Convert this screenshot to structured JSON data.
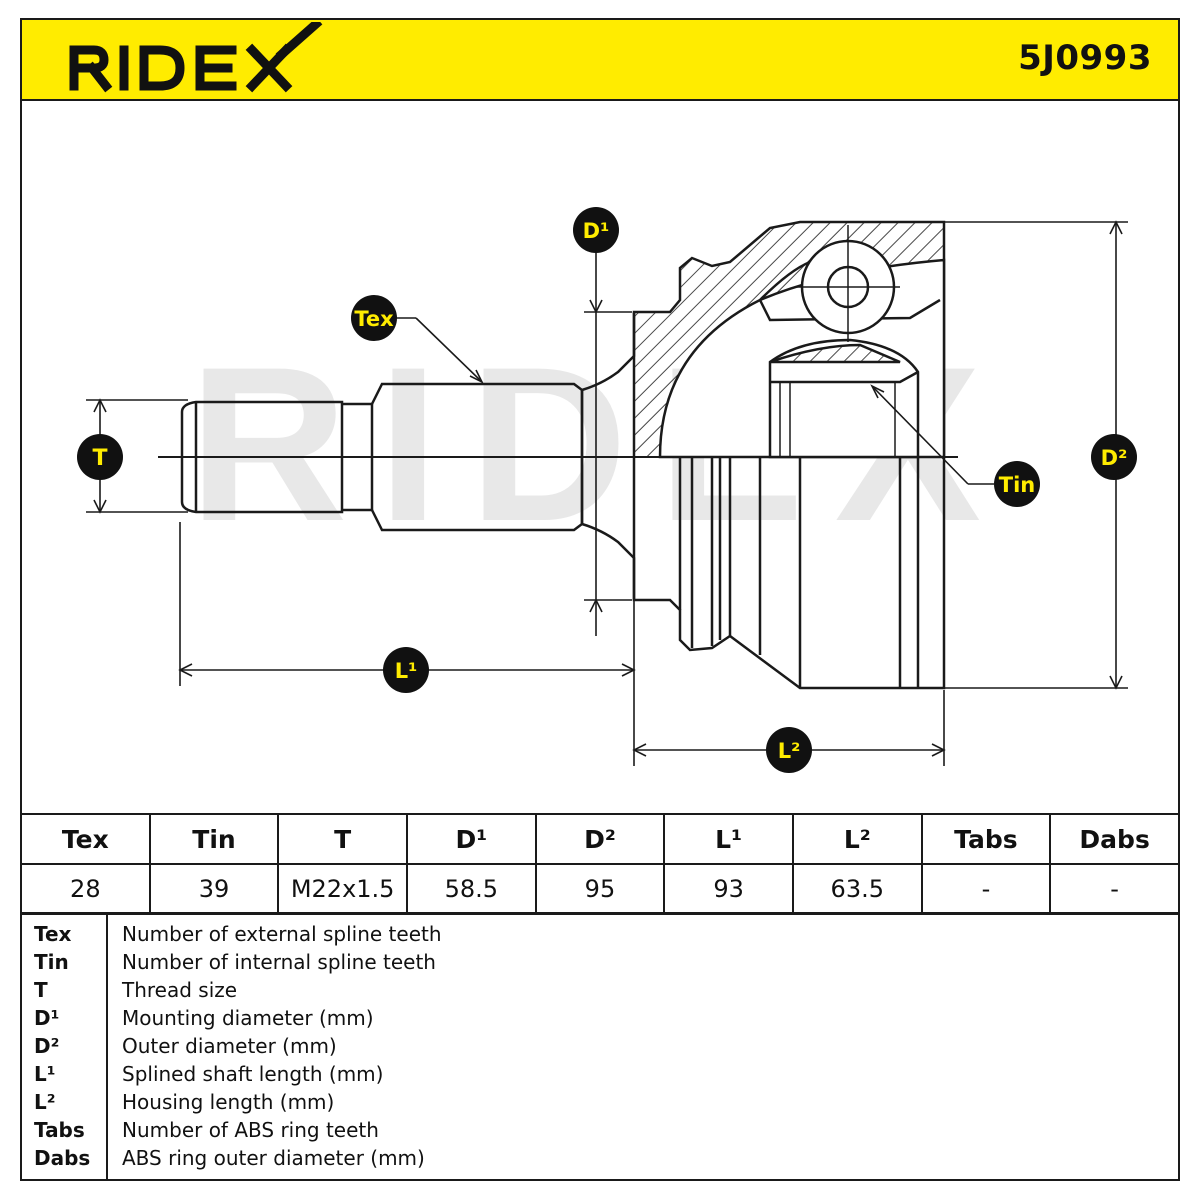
{
  "brand": "RIDEX",
  "part_number": "5J0993",
  "watermark": "RIDEX",
  "colors": {
    "accent": "#ffec00",
    "line": "#1a1a1a",
    "badge": "#111111",
    "badge_text": "#ffec00"
  },
  "diagram_labels": {
    "tex": "Tex",
    "tin": "Tin",
    "t": "T",
    "d1": "D¹",
    "d2": "D²",
    "l1": "L¹",
    "l2": "L²"
  },
  "table": {
    "headers": [
      "Tex",
      "Tin",
      "T",
      "D¹",
      "D²",
      "L¹",
      "L²",
      "Tabs",
      "Dabs"
    ],
    "values": [
      "28",
      "39",
      "M22x1.5",
      "58.5",
      "95",
      "93",
      "63.5",
      "-",
      "-"
    ]
  },
  "legend": [
    {
      "key": "Tex",
      "desc": "Number of external spline teeth"
    },
    {
      "key": "Tin",
      "desc": "Number of internal spline teeth"
    },
    {
      "key": "T",
      "desc": "Thread size"
    },
    {
      "key": "D¹",
      "desc": "Mounting diameter (mm)"
    },
    {
      "key": "D²",
      "desc": "Outer diameter (mm)"
    },
    {
      "key": "L¹",
      "desc": "Splined shaft length (mm)"
    },
    {
      "key": "L²",
      "desc": "Housing length (mm)"
    },
    {
      "key": "Tabs",
      "desc": "Number of ABS ring teeth"
    },
    {
      "key": "Dabs",
      "desc": "ABS ring outer diameter (mm)"
    }
  ]
}
